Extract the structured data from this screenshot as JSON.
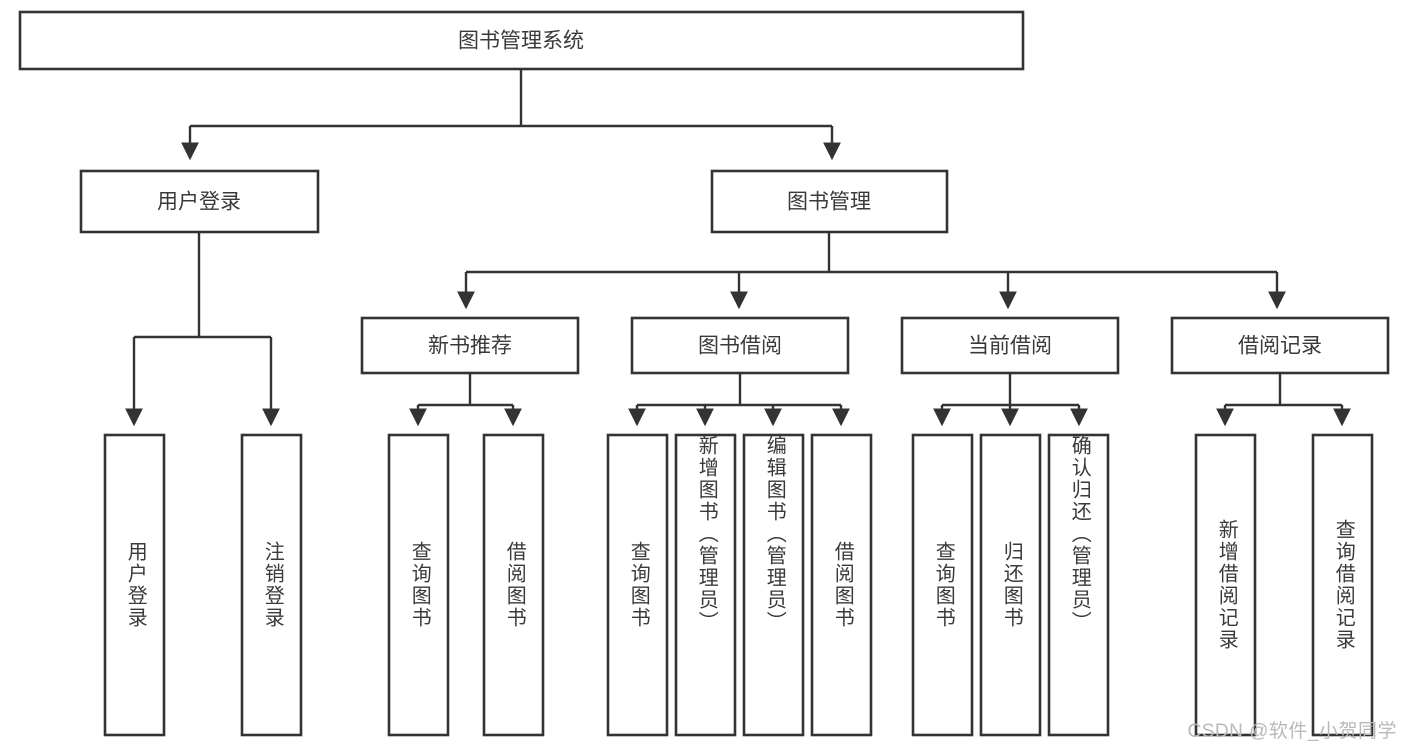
{
  "diagram": {
    "type": "tree-hierarchy-chart",
    "title": "图书管理系统",
    "watermark": "CSDN @软件_小贺同学",
    "colors": {
      "stroke": "#333333",
      "fill": "#ffffff",
      "text": "#3a3a3a",
      "watermark": "#b9b9b9",
      "background": "#ffffff"
    },
    "levels": {
      "root": {
        "label": "图书管理系统"
      },
      "level2": [
        {
          "id": "user-login",
          "label": "用户登录"
        },
        {
          "id": "book-management",
          "label": "图书管理"
        }
      ],
      "level3": [
        {
          "id": "new-book-recommend",
          "label": "新书推荐",
          "parent": "book-management"
        },
        {
          "id": "book-borrow",
          "label": "图书借阅",
          "parent": "book-management"
        },
        {
          "id": "current-borrow",
          "label": "当前借阅",
          "parent": "book-management"
        },
        {
          "id": "borrow-record",
          "label": "借阅记录",
          "parent": "book-management"
        }
      ],
      "leaves": [
        {
          "id": "leaf-user-login",
          "label": "用户登录",
          "parent": "user-login"
        },
        {
          "id": "leaf-logout-login",
          "label": "注销登录",
          "parent": "user-login"
        },
        {
          "id": "leaf-query-book-1",
          "label": "查询图书",
          "parent": "new-book-recommend"
        },
        {
          "id": "leaf-borrow-book-1",
          "label": "借阅图书",
          "parent": "new-book-recommend"
        },
        {
          "id": "leaf-query-book-2",
          "label": "查询图书",
          "parent": "book-borrow"
        },
        {
          "id": "leaf-add-book",
          "label": "新增图书（管理员）",
          "parent": "book-borrow"
        },
        {
          "id": "leaf-edit-book",
          "label": "编辑图书（管理员）",
          "parent": "book-borrow"
        },
        {
          "id": "leaf-borrow-book-2",
          "label": "借阅图书",
          "parent": "book-borrow"
        },
        {
          "id": "leaf-query-book-3",
          "label": "查询图书",
          "parent": "current-borrow"
        },
        {
          "id": "leaf-return-book",
          "label": "归还图书",
          "parent": "current-borrow"
        },
        {
          "id": "leaf-confirm-return",
          "label": "确认归还（管理员）",
          "parent": "current-borrow"
        },
        {
          "id": "leaf-add-record",
          "label": "新增借阅记录",
          "parent": "borrow-record"
        },
        {
          "id": "leaf-query-record",
          "label": "查询借阅记录",
          "parent": "borrow-record"
        }
      ]
    }
  }
}
